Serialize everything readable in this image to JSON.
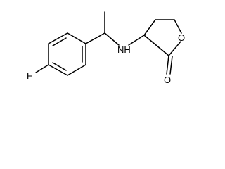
{
  "molecule": {
    "atoms": {
      "fluorine": "F",
      "amine": "NH",
      "ring_oxygen": "O",
      "carbonyl_oxygen": "O"
    },
    "colors": {
      "bond": "#000000",
      "label": "#000000",
      "background": "#ffffff"
    }
  }
}
